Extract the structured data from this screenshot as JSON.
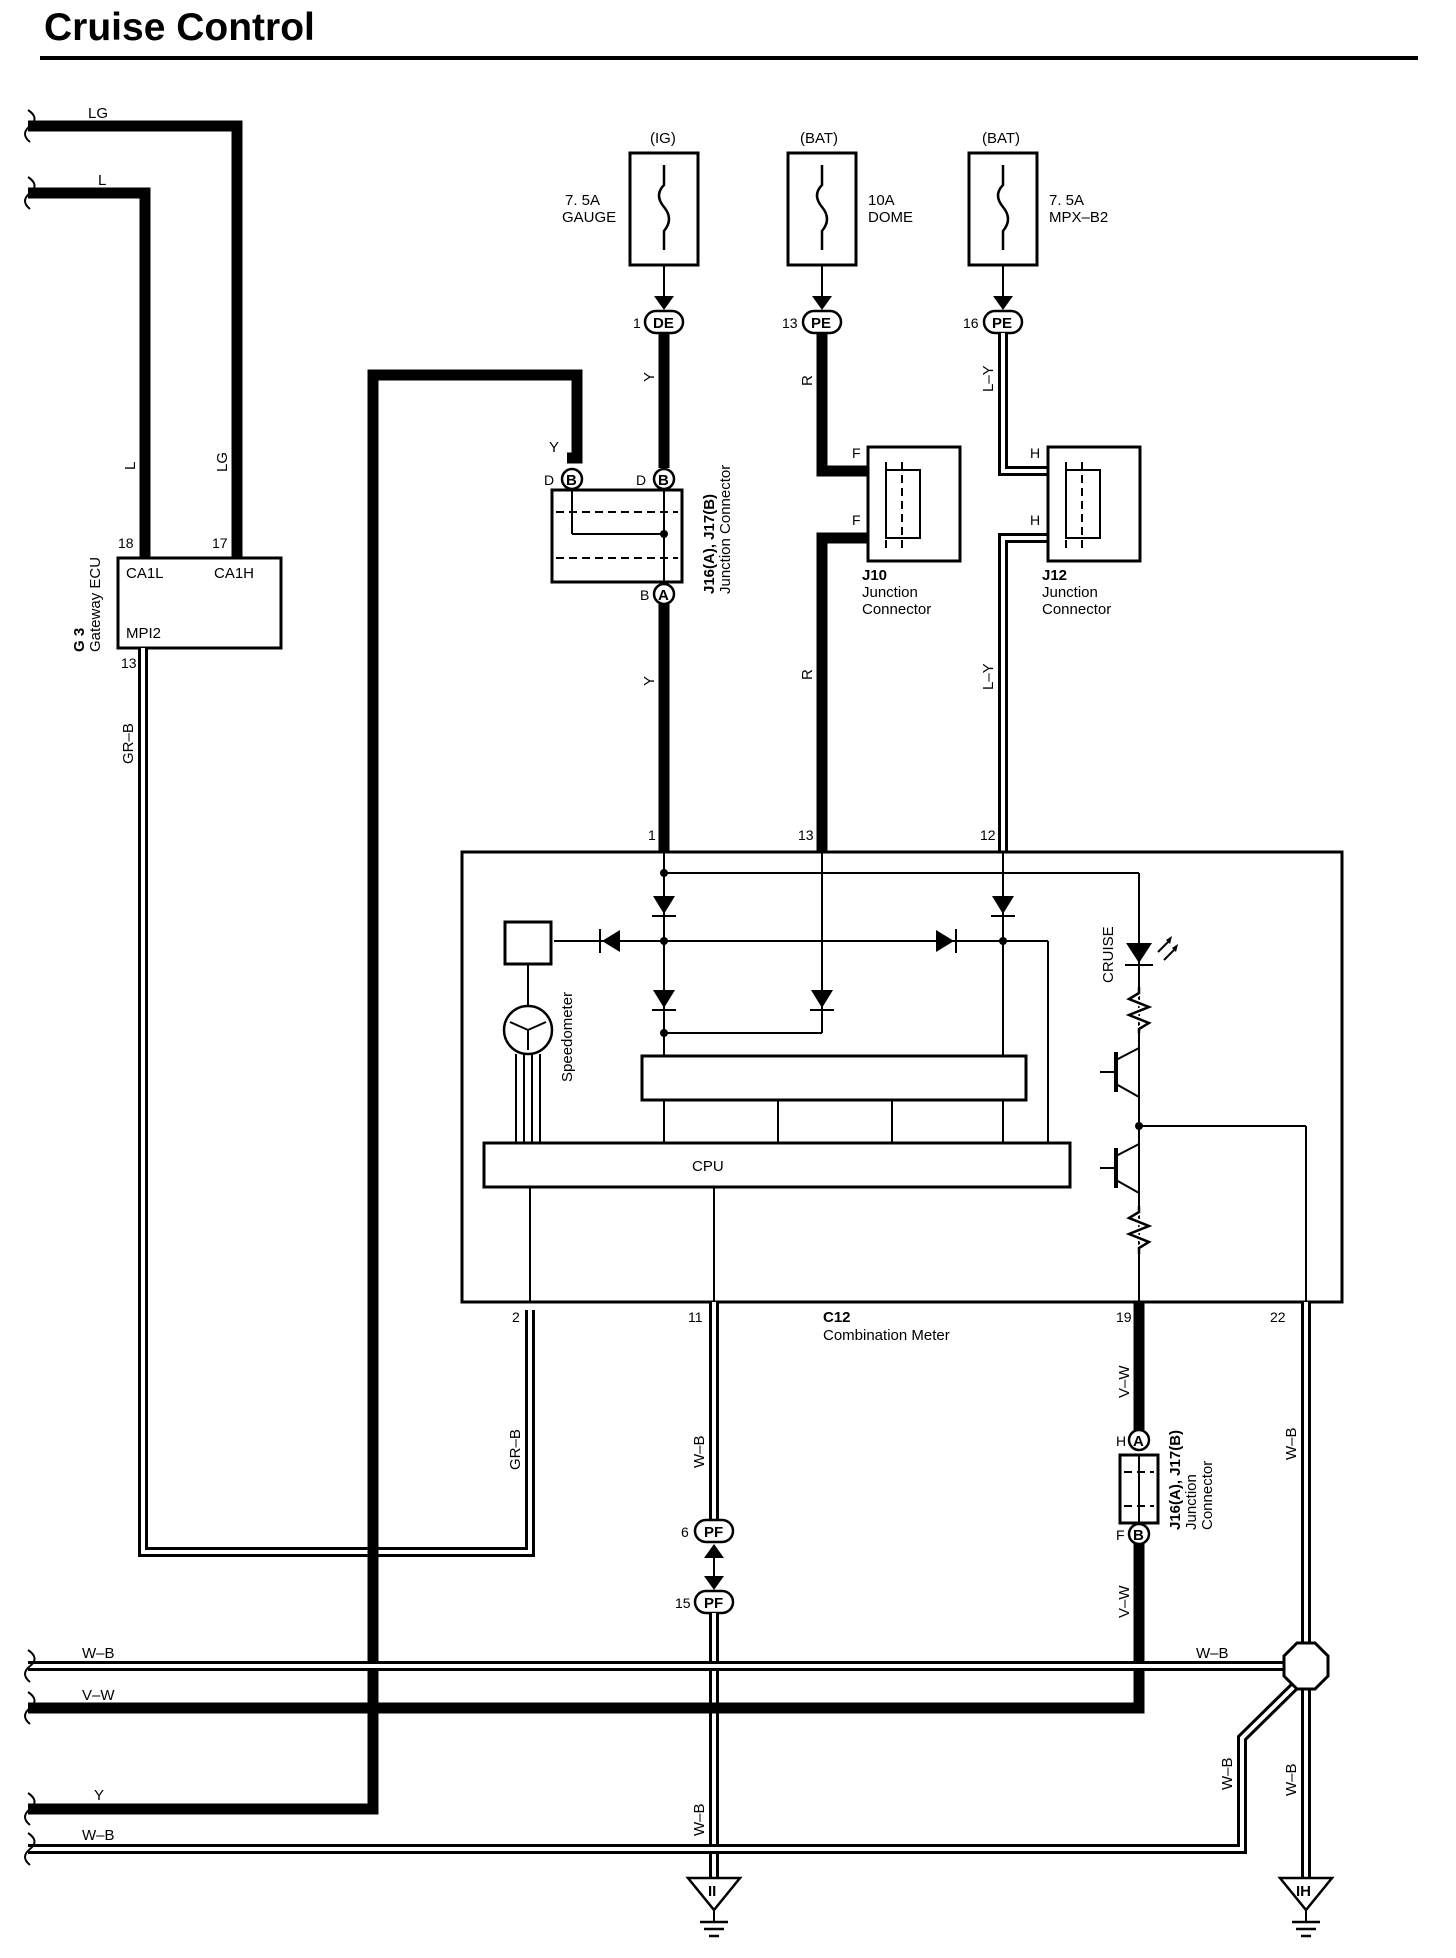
{
  "title": "Cruise Control",
  "fuses": [
    {
      "source": "(IG)",
      "rating": "7. 5A",
      "name": "GAUGE",
      "pin": "1",
      "connector": "DE"
    },
    {
      "source": "(BAT)",
      "rating": "10A",
      "name": "DOME",
      "pin": "13",
      "connector": "PE"
    },
    {
      "source": "(BAT)",
      "rating": "7. 5A",
      "name": "MPX–B2",
      "pin": "16",
      "connector": "PE"
    }
  ],
  "wires": {
    "LG": "LG",
    "L": "L",
    "Y": "Y",
    "R": "R",
    "LY": "L–Y",
    "GRB": "GR–B",
    "WB": "W–B",
    "VW": "V–W"
  },
  "gateway_ecu": {
    "id": "G 3",
    "name": "Gateway ECU",
    "pins": {
      "ca1l": "CA1L",
      "ca1h": "CA1H",
      "mpi2": "MPI2",
      "n18": "18",
      "n17": "17",
      "n13": "13"
    }
  },
  "junction_top": {
    "id": "J16(A), J17(B)",
    "name": "Junction Connector",
    "pin_d": "D",
    "pin_b": "B",
    "conn_a": "A",
    "conn_b": "B"
  },
  "junction_bottom": {
    "id": "J16(A), J17(B)",
    "name": "Junction",
    "name2": "Connector",
    "pin_h": "H",
    "pin_f": "F",
    "conn_a": "A",
    "conn_b": "B"
  },
  "j10": {
    "id": "J10",
    "name": "Junction",
    "name2": "Connector",
    "pin": "F"
  },
  "j12": {
    "id": "J12",
    "name": "Junction",
    "name2": "Connector",
    "pin": "H"
  },
  "meter": {
    "id": "C12",
    "name": "Combination Meter",
    "cpu": "CPU",
    "speedometer": "Speedometer",
    "cruise": "CRUISE",
    "pins_top": [
      "1",
      "13",
      "12"
    ],
    "pins_bottom": [
      "2",
      "11",
      "19",
      "22"
    ]
  },
  "pf_connector": {
    "label": "PF",
    "pin_a": "6",
    "pin_b": "15"
  },
  "grounds": {
    "left": "II",
    "right": "IH"
  }
}
